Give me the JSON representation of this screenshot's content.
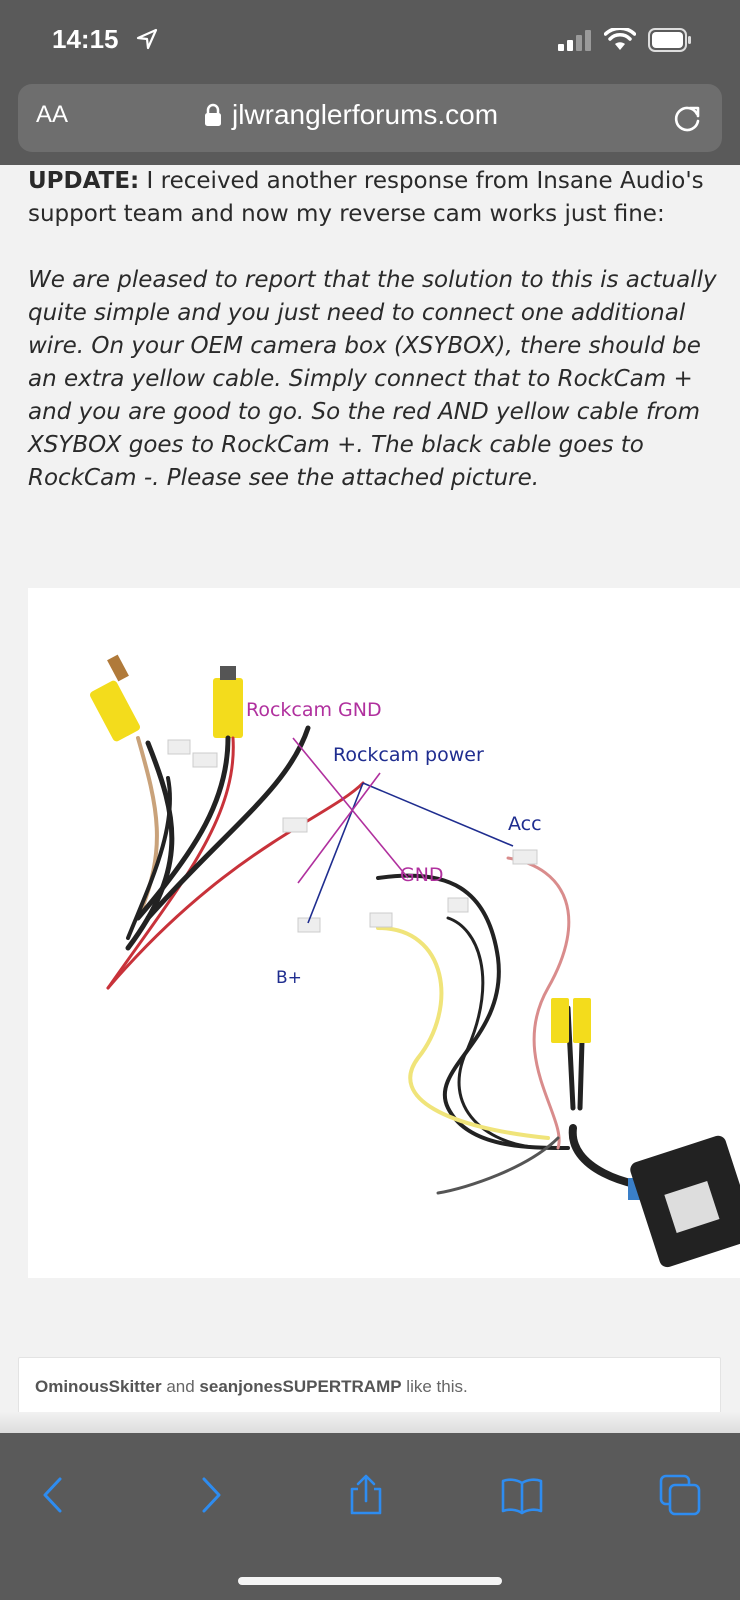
{
  "status_bar": {
    "time": "14:15"
  },
  "url_bar": {
    "text_size_label": "AA",
    "domain": "jlwranglerforums.com"
  },
  "post": {
    "update_label": "UPDATE:",
    "update_text": " I received another response from Insane Audio's support team and now my reverse cam works just fine:",
    "quote": "We are pleased to report that the solution to this is actually quite simple and you just need to connect one additional wire. On your OEM camera box (XSYBOX), there should be an extra yellow cable. Simply connect that to RockCam + and you are good to go. So the red AND yellow cable from XSYBOX goes to RockCam +. The black cable goes to RockCam -. Please see the attached picture."
  },
  "attachment": {
    "labels": {
      "rockcam_gnd": "Rockcam GND",
      "rockcam_power": "Rockcam power",
      "acc": "Acc",
      "gnd": "GND",
      "b_plus": "B+"
    },
    "colors": {
      "magenta": "#b0309e",
      "blue": "#1f2d8f",
      "yellow": "#f3dc1c",
      "red": "#c8323a"
    }
  },
  "likes": {
    "user1": "OminousSkitter",
    "and": " and ",
    "user2": "seanjonesSUPERTRAMP",
    "suffix": " like this."
  },
  "toolbar": {
    "back": "chevron-left-icon",
    "forward": "chevron-right-icon",
    "share": "share-icon",
    "bookmarks": "book-icon",
    "tabs": "tabs-icon"
  }
}
